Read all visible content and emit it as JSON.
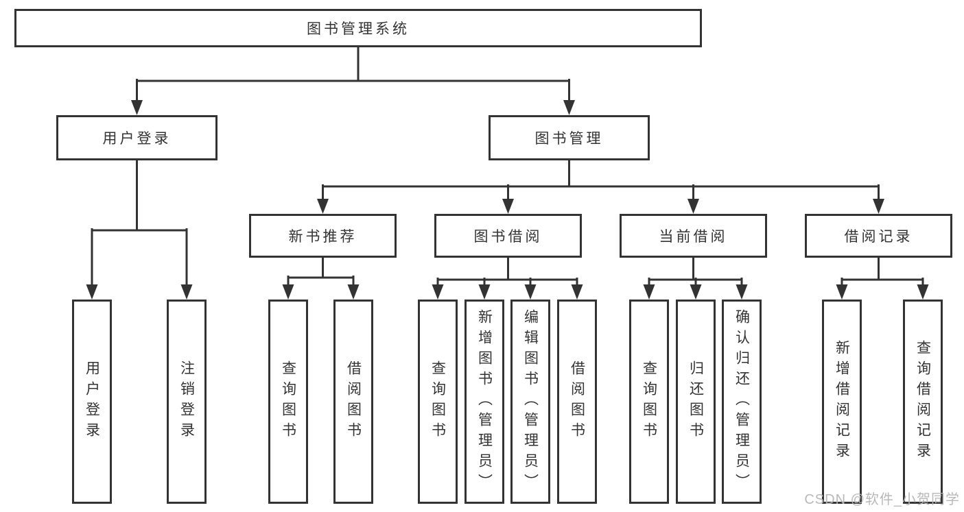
{
  "diagram": {
    "root": {
      "label": "图书管理系统"
    },
    "level1": [
      {
        "label": "用户登录"
      },
      {
        "label": "图书管理"
      }
    ],
    "level2": [
      {
        "label": "新书推荐"
      },
      {
        "label": "图书借阅"
      },
      {
        "label": "当前借阅"
      },
      {
        "label": "借阅记录"
      }
    ],
    "leaves": {
      "user_login": [
        "用户登录",
        "注销登录"
      ],
      "new_book": [
        "查询图书",
        "借阅图书"
      ],
      "book_borrow": [
        "查询图书",
        "新增图书（管理员）",
        "编辑图书（管理员）",
        "借阅图书"
      ],
      "current_borrow": [
        "查询图书",
        "归还图书",
        "确认归还（管理员）"
      ],
      "borrow_records": [
        "新增借阅记录",
        "查询借阅记录"
      ]
    }
  },
  "watermark": {
    "text": "CSDN @软件_小贺同学"
  },
  "colors": {
    "line": "#333333",
    "text": "#333333",
    "background": "#ffffff",
    "watermark": "#b5b5b5"
  }
}
